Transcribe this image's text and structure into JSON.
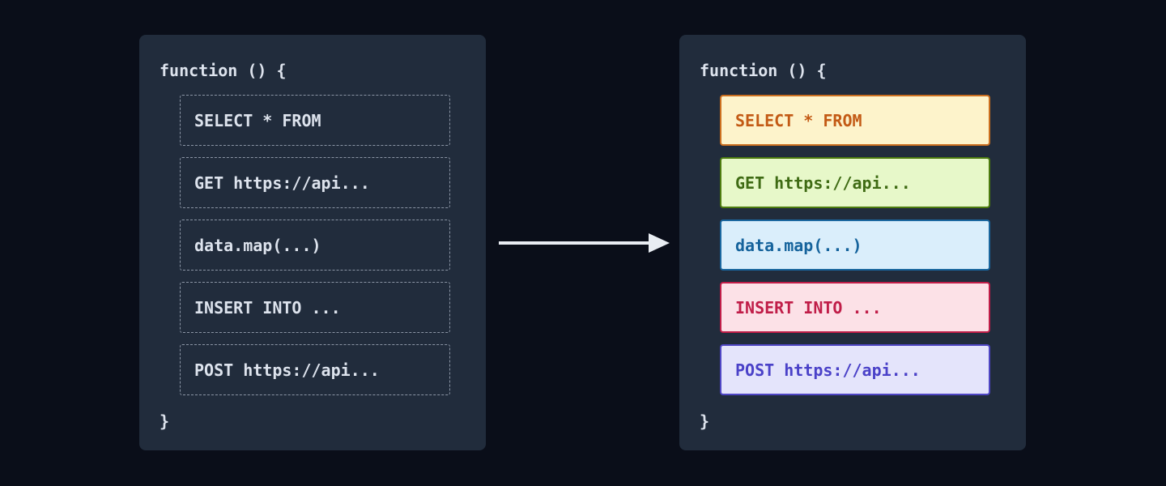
{
  "page": {
    "background": "#0a0e19"
  },
  "arrow": {
    "color": "#e9edf3"
  },
  "left_panel": {
    "title": "function () {",
    "closing": "}",
    "background": "#212c3c",
    "text_color": "#dde3ed",
    "row_border": "#8b95a5",
    "rows": [
      {
        "label": "SELECT * FROM"
      },
      {
        "label": "GET https://api..."
      },
      {
        "label": "data.map(...)"
      },
      {
        "label": "INSERT INTO ..."
      },
      {
        "label": "POST https://api..."
      }
    ]
  },
  "right_panel": {
    "title": "function () {",
    "closing": "}",
    "background": "#212c3c",
    "text_color": "#dde3ed",
    "rows": [
      {
        "label": "SELECT * FROM",
        "bg": "#fdf3cb",
        "border": "#cc6f1f",
        "text": "#c35a15"
      },
      {
        "label": "GET https://api...",
        "bg": "#e7f8c9",
        "border": "#4d7c0f",
        "text": "#3f6b14"
      },
      {
        "label": "data.map(...)",
        "bg": "#daeefb",
        "border": "#1a679f",
        "text": "#15639c"
      },
      {
        "label": "INSERT INTO ...",
        "bg": "#fce1e7",
        "border": "#c01d48",
        "text": "#c01d48"
      },
      {
        "label": "POST https://api...",
        "bg": "#e4e4fb",
        "border": "#4f46c4",
        "text": "#4a41c8"
      }
    ]
  }
}
